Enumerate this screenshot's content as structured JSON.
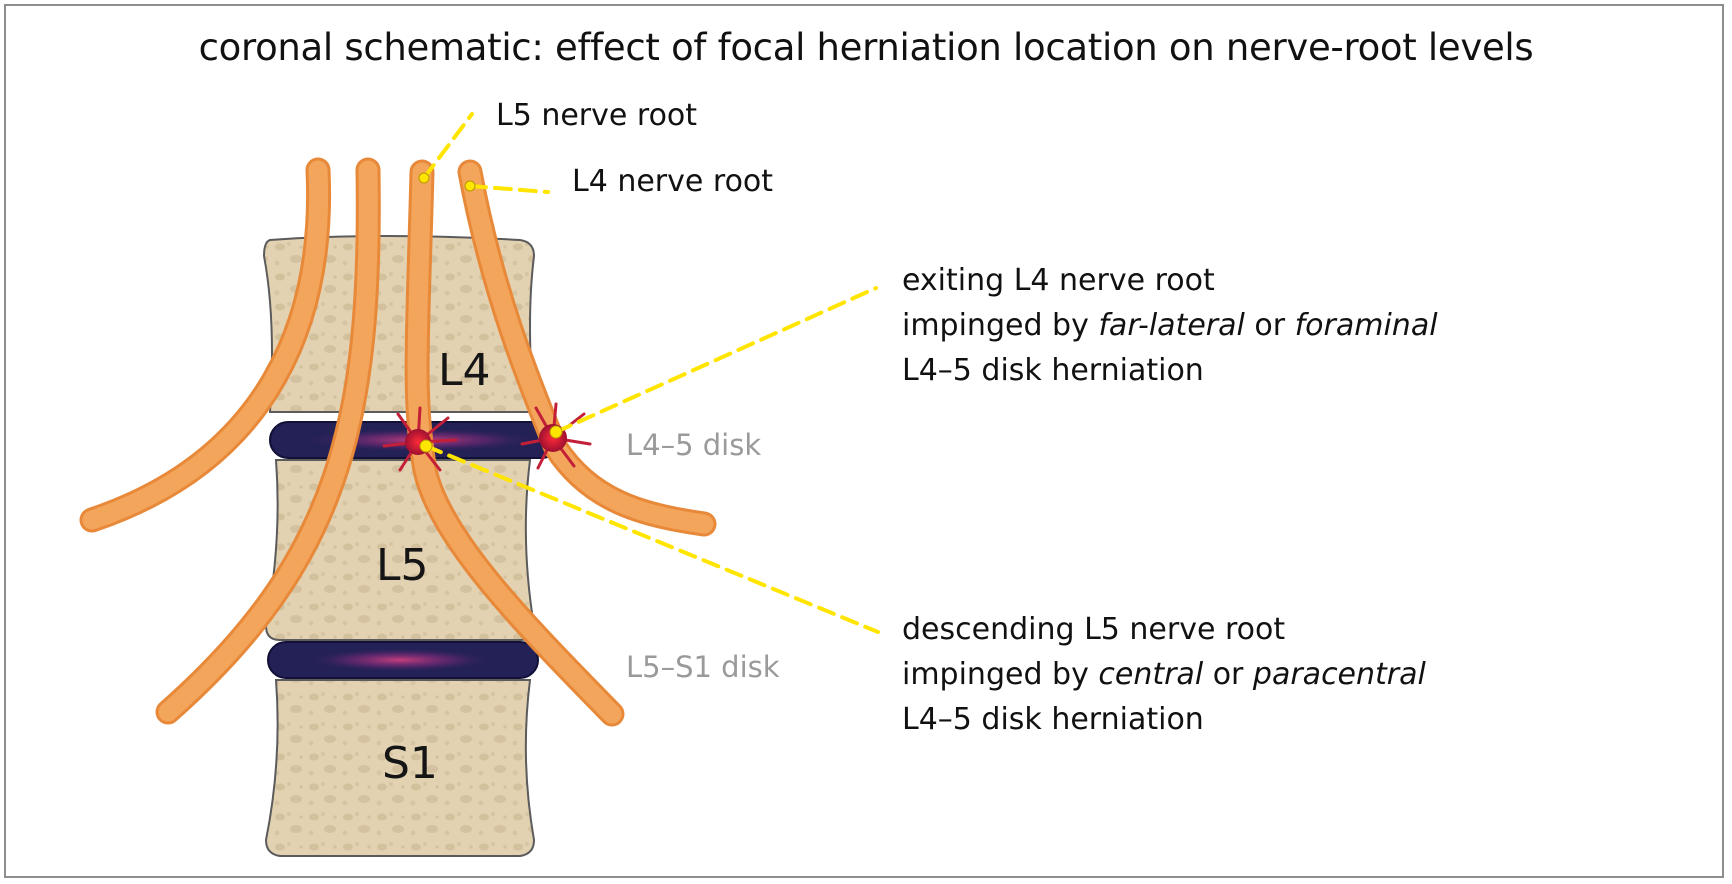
{
  "title": "coronal schematic: effect of focal herniation location on nerve-root levels",
  "vertebrae": {
    "l4": "L4",
    "l5": "L5",
    "s1": "S1"
  },
  "disks": {
    "l4_5": "L4–5 disk",
    "l5_s1": "L5–S1 disk"
  },
  "nerve_labels": {
    "l5": "L5 nerve root",
    "l4": "L4 nerve root"
  },
  "exiting": {
    "line1": "exiting L4 nerve root",
    "line2_pre": "impinged by ",
    "line2_em1": "far-lateral",
    "line2_mid": " or ",
    "line2_em2": "foraminal",
    "line3": "L4–5 disk herniation"
  },
  "descending": {
    "line1": "descending L5 nerve root",
    "line2_pre": "impinged by ",
    "line2_em1": "central",
    "line2_mid": " or ",
    "line2_em2": "paracentral",
    "line3": "L4–5 disk herniation"
  },
  "colors": {
    "bone": "#e2d2b2",
    "bone_pore": "#cdb995",
    "nerve": "#f3a55b",
    "nerve_edge": "#e8893a",
    "disk": "#232156",
    "disk_glow": "#c23a7a",
    "leader": "#ffe500",
    "herniation": "#c41f38",
    "frame": "#8d8d8d"
  }
}
